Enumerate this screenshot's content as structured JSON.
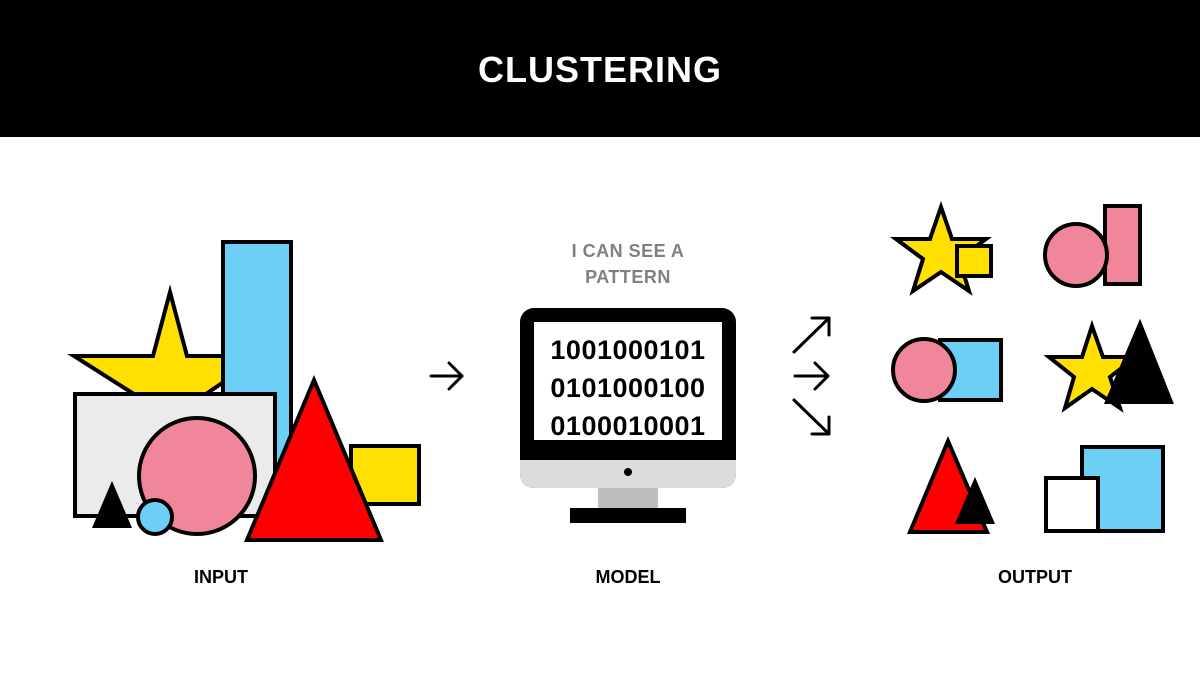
{
  "header": {
    "title": "CLUSTERING"
  },
  "model": {
    "speech_line1": "I CAN SEE A",
    "speech_line2": "PATTERN",
    "binary_lines": [
      "1001000101",
      "0101000100",
      "0100010001"
    ]
  },
  "labels": {
    "input": "INPUT",
    "model": "MODEL",
    "output": "OUTPUT"
  },
  "colors": {
    "yellow": "#FFE000",
    "blue": "#6ECFF6",
    "pink": "#F08699",
    "red": "#FF0000",
    "light_gray": "#EBEBEB",
    "black": "#000000"
  }
}
